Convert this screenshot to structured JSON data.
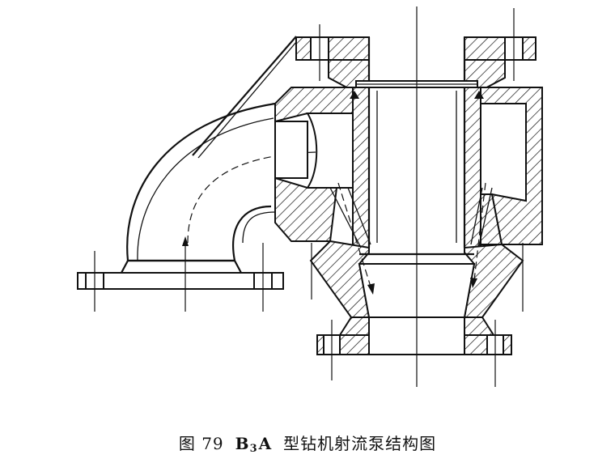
{
  "caption": {
    "figure_number": "图 79",
    "model_prefix": "B",
    "model_subscript": "3",
    "model_suffix": "A",
    "title": "型钻机射流泵结构图"
  }
}
